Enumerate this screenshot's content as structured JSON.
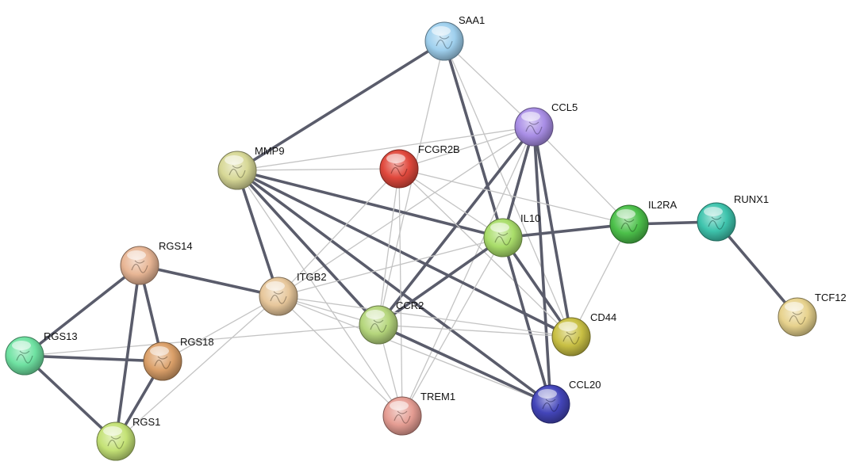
{
  "nodes": [
    {
      "id": "SAA1",
      "label": "SAA1",
      "color": "#9fd0ee"
    },
    {
      "id": "CCL5",
      "label": "CCL5",
      "color": "#a98ee6"
    },
    {
      "id": "MMP9",
      "label": "MMP9",
      "color": "#d7d896"
    },
    {
      "id": "FCGR2B",
      "label": "FCGR2B",
      "color": "#e0483c"
    },
    {
      "id": "IL10",
      "label": "IL10",
      "color": "#a9dd6a"
    },
    {
      "id": "IL2RA",
      "label": "IL2RA",
      "color": "#4cc04a"
    },
    {
      "id": "RUNX1",
      "label": "RUNX1",
      "color": "#3ec4ad"
    },
    {
      "id": "RGS14",
      "label": "RGS14",
      "color": "#e8b695"
    },
    {
      "id": "ITGB2",
      "label": "ITGB2",
      "color": "#e7c79b"
    },
    {
      "id": "CCR2",
      "label": "CCR2",
      "color": "#b5d67c"
    },
    {
      "id": "TCF12",
      "label": "TCF12",
      "color": "#e7d28d"
    },
    {
      "id": "CD44",
      "label": "CD44",
      "color": "#c9c044"
    },
    {
      "id": "RGS13",
      "label": "RGS13",
      "color": "#6fe2a2"
    },
    {
      "id": "RGS18",
      "label": "RGS18",
      "color": "#dba069"
    },
    {
      "id": "TREM1",
      "label": "TREM1",
      "color": "#e59d93"
    },
    {
      "id": "CCL20",
      "label": "CCL20",
      "color": "#4345b9"
    },
    {
      "id": "RGS1",
      "label": "RGS1",
      "color": "#c4e276"
    }
  ],
  "edges": [
    {
      "source": "SAA1",
      "target": "MMP9",
      "strength": "strong"
    },
    {
      "source": "SAA1",
      "target": "IL10",
      "strength": "strong"
    },
    {
      "source": "SAA1",
      "target": "CCL5",
      "strength": "weak"
    },
    {
      "source": "SAA1",
      "target": "CCR2",
      "strength": "weak"
    },
    {
      "source": "SAA1",
      "target": "CD44",
      "strength": "weak"
    },
    {
      "source": "CCL5",
      "target": "MMP9",
      "strength": "weak"
    },
    {
      "source": "CCL5",
      "target": "FCGR2B",
      "strength": "weak"
    },
    {
      "source": "CCL5",
      "target": "IL10",
      "strength": "strong"
    },
    {
      "source": "CCL5",
      "target": "CCR2",
      "strength": "strong"
    },
    {
      "source": "CCL5",
      "target": "CD44",
      "strength": "strong"
    },
    {
      "source": "CCL5",
      "target": "CCL20",
      "strength": "strong"
    },
    {
      "source": "CCL5",
      "target": "IL2RA",
      "strength": "weak"
    },
    {
      "source": "CCL5",
      "target": "ITGB2",
      "strength": "weak"
    },
    {
      "source": "CCL5",
      "target": "TREM1",
      "strength": "weak"
    },
    {
      "source": "MMP9",
      "target": "IL10",
      "strength": "strong"
    },
    {
      "source": "MMP9",
      "target": "CD44",
      "strength": "strong"
    },
    {
      "source": "MMP9",
      "target": "ITGB2",
      "strength": "strong"
    },
    {
      "source": "MMP9",
      "target": "CCR2",
      "strength": "strong"
    },
    {
      "source": "MMP9",
      "target": "TREM1",
      "strength": "weak"
    },
    {
      "source": "MMP9",
      "target": "FCGR2B",
      "strength": "weak"
    },
    {
      "source": "MMP9",
      "target": "CCL20",
      "strength": "strong"
    },
    {
      "source": "FCGR2B",
      "target": "IL10",
      "strength": "weak"
    },
    {
      "source": "FCGR2B",
      "target": "CCR2",
      "strength": "weak"
    },
    {
      "source": "FCGR2B",
      "target": "TREM1",
      "strength": "weak"
    },
    {
      "source": "FCGR2B",
      "target": "ITGB2",
      "strength": "weak"
    },
    {
      "source": "FCGR2B",
      "target": "CD44",
      "strength": "weak"
    },
    {
      "source": "FCGR2B",
      "target": "IL2RA",
      "strength": "weak"
    },
    {
      "source": "IL10",
      "target": "IL2RA",
      "strength": "strong"
    },
    {
      "source": "IL10",
      "target": "CCR2",
      "strength": "strong"
    },
    {
      "source": "IL10",
      "target": "CD44",
      "strength": "strong"
    },
    {
      "source": "IL10",
      "target": "CCL20",
      "strength": "strong"
    },
    {
      "source": "IL10",
      "target": "TREM1",
      "strength": "weak"
    },
    {
      "source": "IL10",
      "target": "ITGB2",
      "strength": "weak"
    },
    {
      "source": "IL2RA",
      "target": "RUNX1",
      "strength": "strong"
    },
    {
      "source": "IL2RA",
      "target": "CD44",
      "strength": "weak"
    },
    {
      "source": "RUNX1",
      "target": "TCF12",
      "strength": "strong"
    },
    {
      "source": "ITGB2",
      "target": "RGS14",
      "strength": "strong"
    },
    {
      "source": "ITGB2",
      "target": "RGS18",
      "strength": "weak"
    },
    {
      "source": "ITGB2",
      "target": "RGS1",
      "strength": "weak"
    },
    {
      "source": "ITGB2",
      "target": "CCR2",
      "strength": "weak"
    },
    {
      "source": "ITGB2",
      "target": "CD44",
      "strength": "weak"
    },
    {
      "source": "ITGB2",
      "target": "TREM1",
      "strength": "weak"
    },
    {
      "source": "ITGB2",
      "target": "CCL20",
      "strength": "weak"
    },
    {
      "source": "CCR2",
      "target": "CCL20",
      "strength": "strong"
    },
    {
      "source": "CCR2",
      "target": "CD44",
      "strength": "weak"
    },
    {
      "source": "CCR2",
      "target": "TREM1",
      "strength": "weak"
    },
    {
      "source": "CCR2",
      "target": "RGS13",
      "strength": "weak"
    },
    {
      "source": "RGS14",
      "target": "RGS13",
      "strength": "strong"
    },
    {
      "source": "RGS14",
      "target": "RGS18",
      "strength": "strong"
    },
    {
      "source": "RGS14",
      "target": "RGS1",
      "strength": "strong"
    },
    {
      "source": "RGS13",
      "target": "RGS18",
      "strength": "strong"
    },
    {
      "source": "RGS13",
      "target": "RGS1",
      "strength": "strong"
    },
    {
      "source": "RGS18",
      "target": "RGS1",
      "strength": "strong"
    }
  ]
}
